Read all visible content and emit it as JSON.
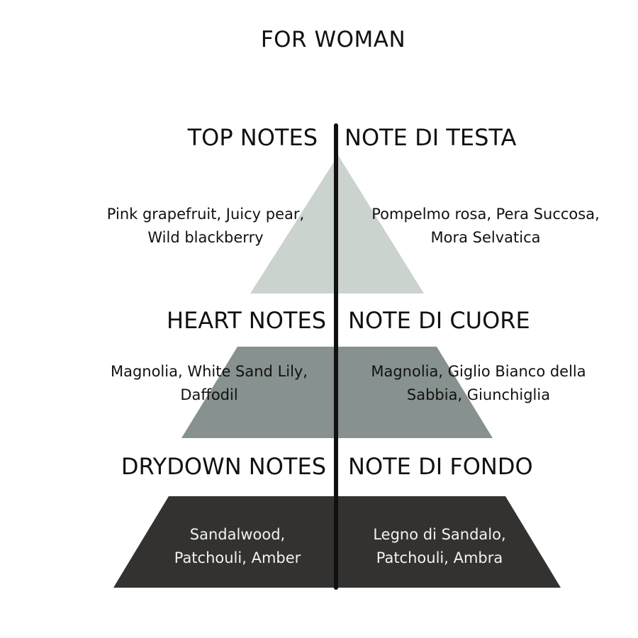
{
  "title": "FOR WOMAN",
  "colors": {
    "top_tier": "#cbd3ce",
    "heart_tier": "#87918f",
    "drydown_tier": "#333230",
    "divider": "#111111"
  },
  "tiers": [
    {
      "heading_en": "TOP NOTES",
      "heading_it": "NOTE DI TESTA",
      "notes_en": [
        "Pink grapefruit, Juicy pear,",
        "Wild blackberry"
      ],
      "notes_it": [
        "Pompelmo rosa, Pera Succosa,",
        "Mora Selvatica"
      ]
    },
    {
      "heading_en": "HEART NOTES",
      "heading_it": "NOTE DI CUORE",
      "notes_en": [
        "Magnolia, White Sand Lily,",
        "Daffodil"
      ],
      "notes_it": [
        "Magnolia, Giglio Bianco della",
        "Sabbia, Giunchiglia"
      ]
    },
    {
      "heading_en": "DRYDOWN NOTES",
      "heading_it": "NOTE DI FONDO",
      "notes_en": [
        "Sandalwood,",
        "Patchouli, Amber"
      ],
      "notes_it": [
        "Legno di Sandalo,",
        "Patchouli, Ambra"
      ]
    }
  ]
}
